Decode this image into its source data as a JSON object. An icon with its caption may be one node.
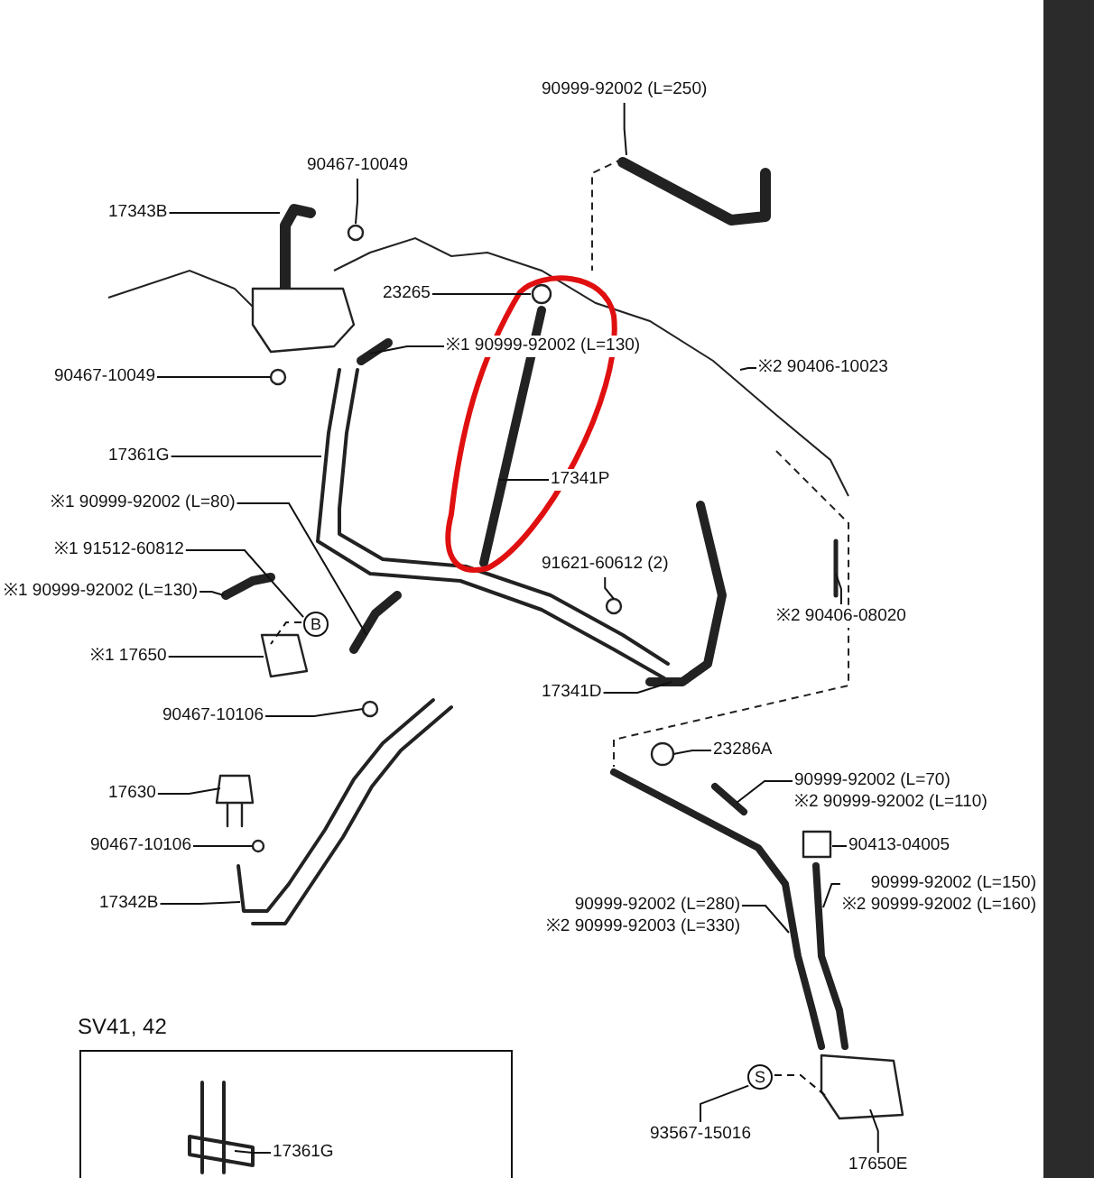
{
  "diagram": {
    "nodes": [
      {
        "text": [
          "90467-10049"
        ]
      },
      {
        "text": [
          "17343B"
        ]
      },
      {
        "text": [
          "90999-92002 (L=250)"
        ]
      },
      {
        "text": [
          "23265"
        ]
      },
      {
        "text": [
          "※1 90999-92002 (L=130)"
        ]
      },
      {
        "text": [
          "90467-10049"
        ]
      },
      {
        "text": [
          "※2 90406-10023"
        ]
      },
      {
        "text": [
          "17361G"
        ]
      },
      {
        "text": [
          "17341P"
        ]
      },
      {
        "text": [
          "※1 90999-92002 (L=80)"
        ]
      },
      {
        "text": [
          "※1 91512-60812"
        ]
      },
      {
        "text": [
          "※1 90999-92002 (L=130)"
        ]
      },
      {
        "text": [
          "B"
        ]
      },
      {
        "text": [
          "※1 17650"
        ]
      },
      {
        "text": [
          "91621-60612 (2)"
        ]
      },
      {
        "text": [
          "※2 90406-08020"
        ]
      },
      {
        "text": [
          "17341D"
        ]
      },
      {
        "text": [
          "90467-10106"
        ]
      },
      {
        "text": [
          "23286A"
        ]
      },
      {
        "text": [
          "17630"
        ]
      },
      {
        "text": [
          "90999-92002 (L=70)",
          "※2 90999-92002 (L=110)"
        ]
      },
      {
        "text": [
          "90467-10106"
        ]
      },
      {
        "text": [
          "90413-04005"
        ]
      },
      {
        "text": [
          "90999-92002 (L=150)",
          "※2 90999-92002 (L=160)"
        ]
      },
      {
        "text": [
          "90999-92002 (L=280)",
          "※2 90999-92003 (L=330)"
        ]
      },
      {
        "text": [
          "17342B"
        ]
      },
      {
        "text": [
          "SV41, 42"
        ]
      },
      {
        "text": [
          "17361G"
        ],
        "in": 26
      },
      {
        "text": [
          "S"
        ]
      },
      {
        "text": [
          "93567-15016"
        ]
      },
      {
        "text": [
          "17650E"
        ]
      }
    ],
    "edges": [
      {
        "from": 0,
        "to": null,
        "arrow": "none"
      },
      {
        "from": 1,
        "to": null,
        "arrow": "none"
      },
      {
        "from": 2,
        "to": null,
        "arrow": "none"
      },
      {
        "from": 3,
        "to": null,
        "arrow": "none"
      },
      {
        "from": 4,
        "to": null,
        "arrow": "none"
      },
      {
        "from": 5,
        "to": null,
        "arrow": "none"
      },
      {
        "from": 6,
        "to": null,
        "arrow": "none"
      },
      {
        "from": 7,
        "to": null,
        "arrow": "none"
      },
      {
        "from": 8,
        "to": null,
        "arrow": "none"
      },
      {
        "from": 9,
        "to": null,
        "arrow": "none"
      },
      {
        "from": 10,
        "to": 12,
        "arrow": "none"
      },
      {
        "from": 11,
        "to": null,
        "arrow": "none"
      },
      {
        "from": 12,
        "to": null,
        "arrow": "none",
        "style": "dashed"
      },
      {
        "from": 13,
        "to": null,
        "arrow": "none"
      },
      {
        "from": 14,
        "to": null,
        "arrow": "none"
      },
      {
        "from": 15,
        "to": null,
        "arrow": "none"
      },
      {
        "from": 16,
        "to": null,
        "arrow": "none"
      },
      {
        "from": 17,
        "to": null,
        "arrow": "none"
      },
      {
        "from": 18,
        "to": null,
        "arrow": "none"
      },
      {
        "from": 19,
        "to": null,
        "arrow": "none"
      },
      {
        "from": 20,
        "to": null,
        "arrow": "none"
      },
      {
        "from": 21,
        "to": null,
        "arrow": "none"
      },
      {
        "from": 22,
        "to": null,
        "arrow": "none"
      },
      {
        "from": 23,
        "to": null,
        "arrow": "none"
      },
      {
        "from": 24,
        "to": null,
        "arrow": "none"
      },
      {
        "from": 25,
        "to": null,
        "arrow": "none"
      },
      {
        "from": 27,
        "to": null,
        "arrow": "none"
      },
      {
        "from": 29,
        "to": 28,
        "arrow": "none"
      },
      {
        "from": 28,
        "to": null,
        "arrow": "none",
        "style": "dashed"
      },
      {
        "from": 30,
        "to": null,
        "arrow": "none"
      }
    ]
  }
}
